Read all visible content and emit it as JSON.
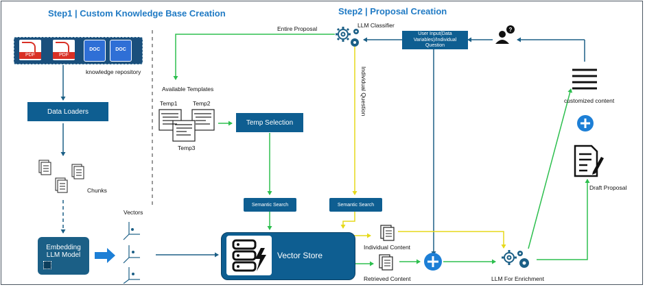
{
  "step1": {
    "title": "Step1 | Custom Knowledge Base Creation"
  },
  "step2": {
    "title": "Step2 | Proposal Creation"
  },
  "repository": {
    "label": "knowledge repository",
    "doc_icons": [
      "PDF",
      "PDF",
      "DOC",
      "DOC"
    ]
  },
  "data_loaders": "Data Loaders",
  "chunks": "Chunks",
  "embedding": {
    "line1": "Embedding",
    "line2": "LLM Model"
  },
  "vectors": "Vectors",
  "vector_store": "Vector Store",
  "templates": {
    "heading": "Available Templates",
    "t1": "Temp1",
    "t2": "Temp2",
    "t3": "Temp3"
  },
  "temp_selection": "Temp Selection",
  "semantic_search": "Semantic Search",
  "llm_classifier": "LLM Classifier",
  "entire_proposal": "Entire Proposal",
  "individual_question": "Individual Question",
  "user_input": {
    "line1": "User Input(Data",
    "line2": "Variables)/Individual",
    "line3": "Question"
  },
  "customized_content": "customized content",
  "draft_proposal": "Draft Proposal",
  "individual_content": "Individual Content",
  "retrieved_content": "Retrieved Content",
  "llm_enrichment": "LLM For Enrichment",
  "colors": {
    "blue": "#0e5e91",
    "green": "#2dbf4e",
    "yellow": "#f2e61c",
    "teal": "#1b5f86",
    "accent": "#1f7ac4"
  }
}
